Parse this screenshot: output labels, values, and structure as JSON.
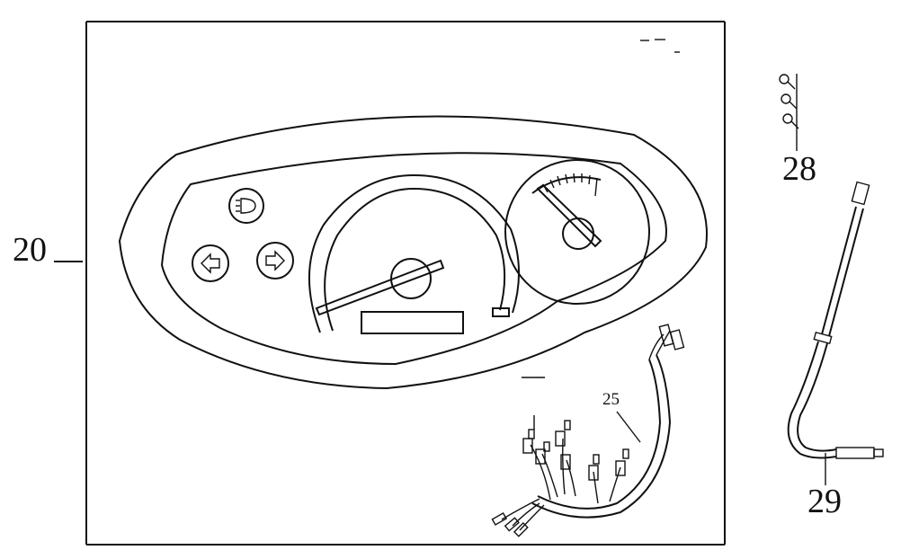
{
  "callouts": {
    "assembly": "20",
    "harness": "25",
    "screws": "28",
    "cable": "29"
  }
}
